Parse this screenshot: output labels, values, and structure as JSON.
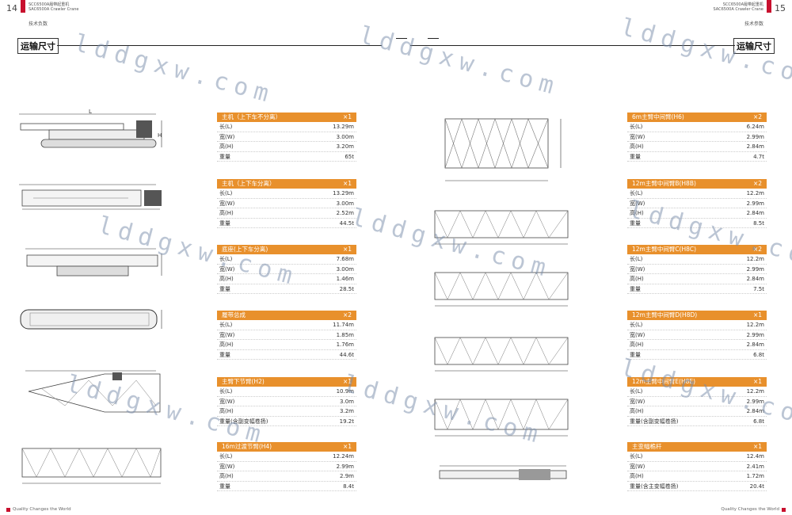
{
  "header": {
    "left_page": "14",
    "right_page": "15",
    "model_cn": "SCC6500A履带起重机",
    "model_en": "SAC6500A Crawler Crane",
    "sub_left": "技术负数",
    "sub_right": "技术参数"
  },
  "section_title": "运输尺寸",
  "footer": "Quality Changes the World",
  "watermark": "lddgxw.com",
  "dim_labels": {
    "L": "L",
    "H": "H"
  },
  "specs_left": [
    {
      "title": "主机（上下车不分离）",
      "qty": "×1",
      "rows": [
        [
          "长(L)",
          "13.29m"
        ],
        [
          "宽(W)",
          "3.00m"
        ],
        [
          "高(H)",
          "3.20m"
        ],
        [
          "重量",
          "65t"
        ]
      ]
    },
    {
      "title": "主机（上下车分离）",
      "qty": "×1",
      "rows": [
        [
          "长(L)",
          "13.29m"
        ],
        [
          "宽(W)",
          "3.00m"
        ],
        [
          "高(H)",
          "2.52m"
        ],
        [
          "重量",
          "44.5t"
        ]
      ]
    },
    {
      "title": "底座(上下车分离)",
      "qty": "×1",
      "rows": [
        [
          "长(L)",
          "7.68m"
        ],
        [
          "宽(W)",
          "3.00m"
        ],
        [
          "高(H)",
          "1.46m"
        ],
        [
          "重量",
          "28.5t"
        ]
      ]
    },
    {
      "title": "履带总成",
      "qty": "×2",
      "rows": [
        [
          "长(L)",
          "11.74m"
        ],
        [
          "宽(W)",
          "1.85m"
        ],
        [
          "高(H)",
          "1.76m"
        ],
        [
          "重量",
          "44.6t"
        ]
      ]
    },
    {
      "title": "主臂下节臂(H2)",
      "qty": "×1",
      "rows": [
        [
          "长(L)",
          "10.9m"
        ],
        [
          "宽(W)",
          "3.0m"
        ],
        [
          "高(H)",
          "3.2m"
        ],
        [
          "重量(含副变幅卷扬)",
          "19.2t"
        ]
      ]
    },
    {
      "title": "16m过渡节臂(H4)",
      "qty": "×1",
      "rows": [
        [
          "长(L)",
          "12.24m"
        ],
        [
          "宽(W)",
          "2.99m"
        ],
        [
          "高(H)",
          "2.9m"
        ],
        [
          "重量",
          "8.4t"
        ]
      ]
    }
  ],
  "specs_right": [
    {
      "title": "6m主臂中间臂(H6)",
      "qty": "×2",
      "rows": [
        [
          "长(L)",
          "6.24m"
        ],
        [
          "宽(W)",
          "2.99m"
        ],
        [
          "高(H)",
          "2.84m"
        ],
        [
          "重量",
          "4.7t"
        ]
      ]
    },
    {
      "title": "12m主臂中间臂B(H8B)",
      "qty": "×2",
      "rows": [
        [
          "长(L)",
          "12.2m"
        ],
        [
          "宽(W)",
          "2.99m"
        ],
        [
          "高(H)",
          "2.84m"
        ],
        [
          "重量",
          "8.5t"
        ]
      ]
    },
    {
      "title": "12m主臂中间臂C(H8C)",
      "qty": "×2",
      "rows": [
        [
          "长(L)",
          "12.2m"
        ],
        [
          "宽(W)",
          "2.99m"
        ],
        [
          "高(H)",
          "2.84m"
        ],
        [
          "重量",
          "7.5t"
        ]
      ]
    },
    {
      "title": "12m主臂中间臂D(H8D)",
      "qty": "×1",
      "rows": [
        [
          "长(L)",
          "12.2m"
        ],
        [
          "宽(W)",
          "2.99m"
        ],
        [
          "高(H)",
          "2.84m"
        ],
        [
          "重量",
          "6.8t"
        ]
      ]
    },
    {
      "title": "12m主臂中间臂E(H8E)",
      "qty": "×1",
      "rows": [
        [
          "长(L)",
          "12.2m"
        ],
        [
          "宽(W)",
          "2.99m"
        ],
        [
          "高(H)",
          "2.84m"
        ],
        [
          "重量(含副变幅卷扬)",
          "6.8t"
        ]
      ]
    },
    {
      "title": "主变幅桅杆",
      "qty": "×1",
      "rows": [
        [
          "长(L)",
          "12.4m"
        ],
        [
          "宽(W)",
          "2.41m"
        ],
        [
          "高(H)",
          "1.72m"
        ],
        [
          "重量(含主变幅卷扬)",
          "20.4t"
        ]
      ]
    }
  ]
}
